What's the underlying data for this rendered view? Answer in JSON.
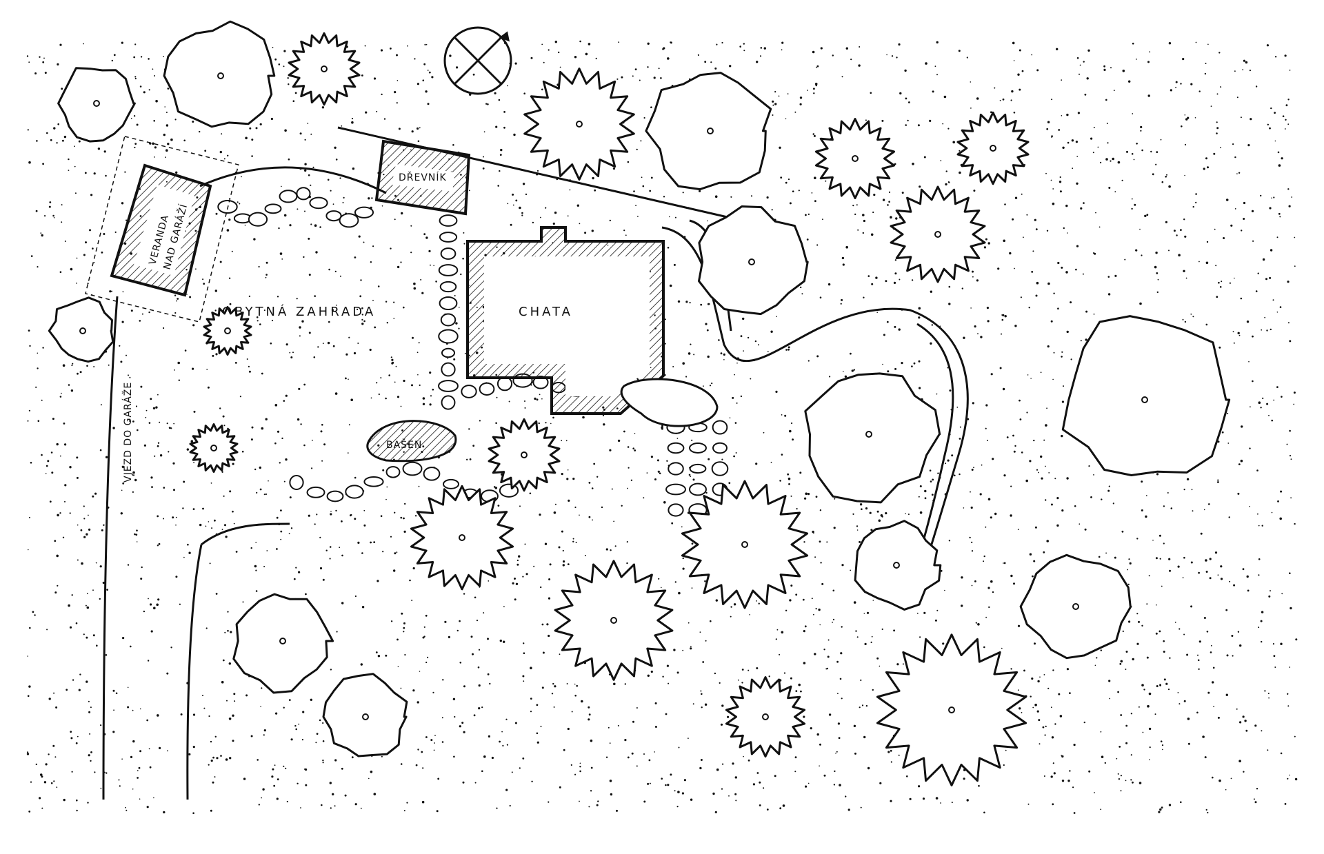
{
  "labels": {
    "veranda": "VERANDA",
    "nad_garazi": "NAD GARÁŽÍ",
    "drevnik": "DŘEVNÍK",
    "chata": "CHATA",
    "obytna_zahrada": "OBYTNÁ ZAHRADA",
    "basen": "BAŠEN",
    "vjezd": "VJEZD DO GARÁŽE"
  },
  "colors": {
    "ink": "#111111",
    "paper": "#ffffff"
  },
  "icons": {
    "north": "compass-rose-icon"
  }
}
